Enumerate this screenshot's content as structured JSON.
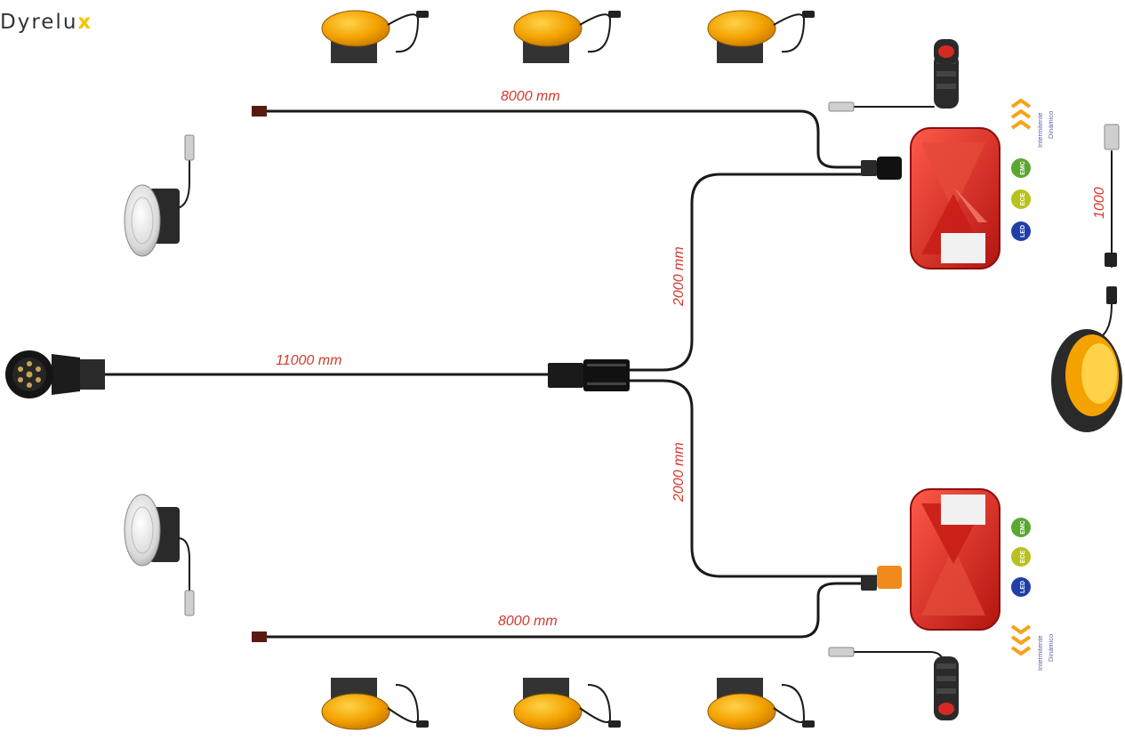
{
  "brand": {
    "prefix": "Dyrelu",
    "mark": "x"
  },
  "measurements": {
    "main_cable": "11000 mm",
    "top_branch": "2000 mm",
    "bottom_branch": "2000 mm",
    "top_side_cable": "8000 mm",
    "bottom_side_cable": "8000 mm",
    "beacon_cable": "1000"
  },
  "top_lamp": {
    "badges": [
      "EMC",
      "ECE",
      "LED"
    ],
    "label_line1": "Intermitente",
    "label_line2": "Dinámico"
  },
  "bottom_lamp": {
    "badges": [
      "EMC",
      "ECE",
      "LED"
    ],
    "label_line1": "Intermitente",
    "label_line2": "Dinámico"
  },
  "colors": {
    "cable": "#1a1a1a",
    "measure_text": "#d33a2c",
    "lamp_red": "#d52a22",
    "marker_amber": "#f3a200",
    "badge_emc": "#5aa832",
    "badge_ece": "#b8c21c",
    "badge_led": "#1f3ea8",
    "arrow_orange": "#f6a31b"
  }
}
